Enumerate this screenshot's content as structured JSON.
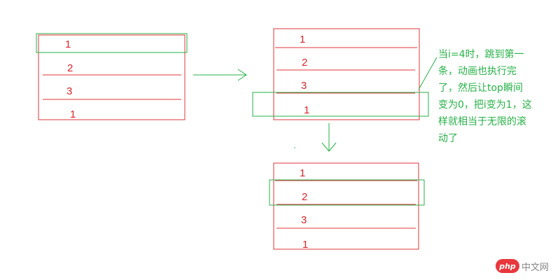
{
  "panels": [
    {
      "id": "before-jump",
      "rows": [
        "1",
        "2",
        "3",
        "1"
      ],
      "highlight_row": 0
    },
    {
      "id": "at-i-4",
      "rows": [
        "1",
        "2",
        "3",
        "1"
      ],
      "highlight_row": 3
    },
    {
      "id": "after-reset",
      "rows": [
        "1",
        "2",
        "3",
        "1"
      ],
      "highlight_row": 1
    }
  ],
  "note": "当i=4时，跳到第一\n条，动画也执行完\n了，然后让top瞬间\n变为0，把i变为1，这\n样就相当于无限的滚\n动了",
  "watermark": {
    "logo_text": "php",
    "site_text": "中文网"
  },
  "colors": {
    "list_border": "#e0353b",
    "list_text": "#d9262c",
    "highlight": "#27b148",
    "note_text": "#27b148"
  }
}
